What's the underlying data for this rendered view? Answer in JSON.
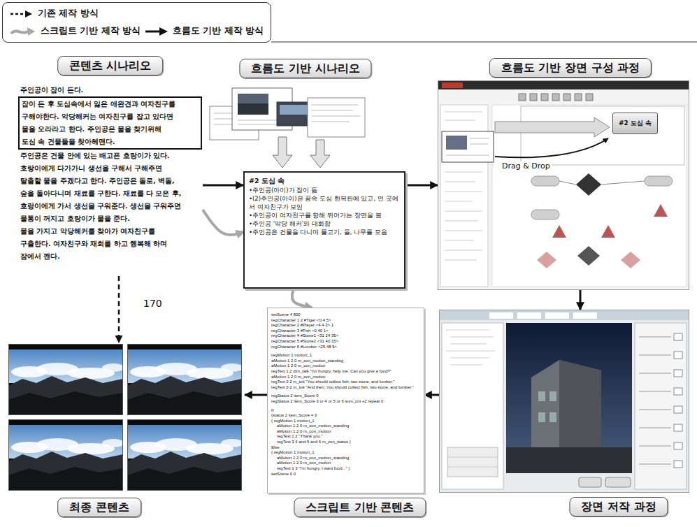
{
  "diagram": {
    "nodes": [
      {
        "text": [
          "콘텐츠 시나리오",
          "주인공이 잠이 든다.",
          "잠이 든 후 도심속에서 잃은 애완견과 여자친구를",
          "구해야한다. 악당해커는 여자친구를 잡고 있다면",
          "물을 오라라고 한다. 주인공은 물을 찾기위해",
          "도심 속 건물들을 찾아헤맨다.",
          "주인공은 건물 안에 있는 배고픈 호랑이가 있다.",
          "호랑이에게 다가가니 생선을 구해서 구해주면",
          "탈출할 물을 주겠다고 한다. 주인공은 돌로, 벽돌,",
          "숲을 돌아다니며 재료를 구한다. 재료를 다 모은 후,",
          "호랑이에게 가서 생선을 구워준다. 생선을 구워주면",
          "물통이 꺼지고 호랑이가 물을 준다.",
          "물을 가지고 악당해커를 찾아가 여자친구를",
          "구출한다. 여자친구와 재회를 하고 행복해 하며",
          "잠에서 깬다."
        ]
      },
      {
        "text": [
          "흐름도 기반 시나리오"
        ]
      },
      {
        "text": [
          "#2 도심 속",
          "•주인공(아이)가 잠이 듦",
          "•(2)주인공(아이)은 꿈속 도심 한복판에 있고, 먼 곳에서 여자친구가 보임",
          "•주인공이 여자친구를 향해 뛰어가는 장면을 봄",
          "•주인공 '악당 해커'와 대화함",
          "•주인공은 건물을 다니며 물고기, 돌, 나무를 모음"
        ],
        "in": 1
      },
      {
        "text": [
          "흐름도 기반 장면 구성 과정"
        ]
      },
      {
        "text": [
          "#2 도심 속"
        ],
        "in": 3
      },
      {
        "text": [
          "최종 콘텐츠"
        ]
      },
      {
        "text": [
          "스크립트 기반 콘텐츠",
          "setScene 4 800",
          "regCharacter 1 2 #Tiger <0 4 5>",
          "regCharacter 2 #Player <4 4 3> 1",
          "regCharacter 3 #Fish <0 40 1>",
          "regCharacter 4 #Stone1 <31 24 35>",
          "regCharacter 5 #Stone2 <31 40 15>",
          "regCharacter 6 #Lumber <25 48 5>",
          "regMotion 1 motion_1",
          "aMotion 1 2 0 m_con_motion_standing",
          "aMotion 1 2 0 m_con_motion",
          "regText 1 2 dim_talk \"I'm hungry, help me. Can you give a food?\"",
          "aMotion 1 2 0 m_con_motion",
          "regText 0 2 m_tok \"You should collect fish, two stone, and lumber.\"",
          "regText 0 2 m_tok \"And then, You should collect fish, two stone, and lumber.\"",
          "regStatus 2 item_Score 0",
          "regStatus 2 item_Score 3 or 4 or 5 or 6 sum_cnt +2 repeat 0",
          "If",
          "(status 2 item_Score = 3",
          "{ regMotion 1 motion_1",
          "aMotion 1 2 0 m_con_motion_standing",
          "aMotion 1 2 0 m_con_motion",
          "regText 1 2 \"Thank you.\"",
          "regText 3 4 and 5 and 6 m_con_status }",
          "Else",
          "{ regMotion 1 motion_1",
          "aMotion 1 2 0 m_con_motion_standing",
          "aMotion 1 2 0 m_con_motion",
          "regText 1 3 \"I'm hungry, I want food...\" }",
          "setScene 0 0"
        ]
      },
      {
        "text": [
          "장면 저작 과정"
        ]
      }
    ],
    "edges": [
      {
        "from": 0,
        "to": 2,
        "arrow": "to"
      },
      {
        "from": 0,
        "to": 2,
        "arrow": "to"
      },
      {
        "from": 2,
        "to": 3,
        "arrow": "to"
      },
      {
        "from": 3,
        "to": 7,
        "arrow": "to"
      },
      {
        "from": 7,
        "to": 6,
        "arrow": "to"
      },
      {
        "from": 6,
        "to": 5,
        "arrow": "to"
      },
      {
        "from": 0,
        "to": 5,
        "arrow": "to"
      },
      {
        "from": 2,
        "to": 6,
        "arrow": "to"
      }
    ],
    "labels": [
      "170",
      "Drag & Drop"
    ],
    "legend": [
      {
        "text": "기존 제작 방식"
      },
      {
        "text": "스크립트 기반 제작 방식"
      },
      {
        "text": "흐름도 기반 제작 방식"
      }
    ]
  }
}
